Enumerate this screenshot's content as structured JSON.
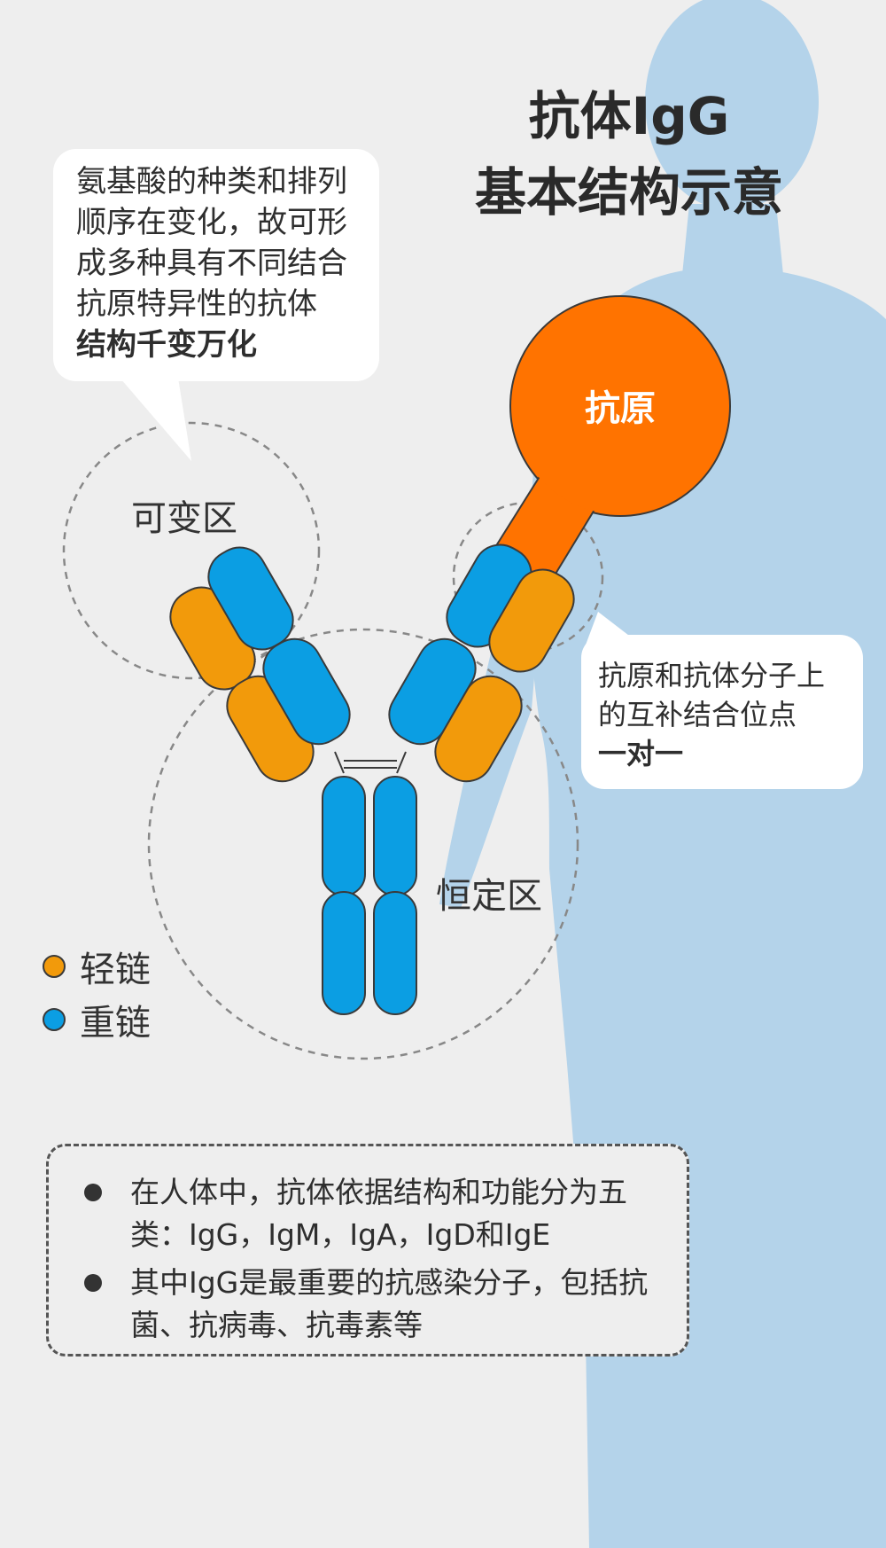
{
  "title": {
    "line1": "抗体IgG",
    "line2": "基本结构示意"
  },
  "callout_left": {
    "lines": [
      "氨基酸的种类和排列",
      "顺序在变化，故可形",
      "成多种具有不同结合",
      "抗原特异性的抗体"
    ],
    "emphasis": "结构千变万化"
  },
  "callout_right": {
    "lines": [
      "抗原和抗体分子上",
      "的互补结合位点"
    ],
    "emphasis": "一对一"
  },
  "labels": {
    "variable_region": "可变区",
    "constant_region": "恒定区",
    "antigen": "抗原"
  },
  "legend": [
    {
      "label": "轻链",
      "color": "#f29a0b"
    },
    {
      "label": "重链",
      "color": "#0b9ee3"
    }
  ],
  "notes": [
    {
      "text": "在人体中，抗体依据结构和功能分为五类：IgG，IgM，IgA，IgD和IgE"
    },
    {
      "text": "其中IgG是最重要的抗感染分子，包括抗菌、抗病毒、抗毒素等"
    }
  ],
  "colors": {
    "light_chain": "#f29a0b",
    "heavy_chain": "#0b9ee3",
    "antigen": "#ff7300",
    "body_silhouette": "#b4d3ea",
    "bubble": "#ffffff"
  }
}
